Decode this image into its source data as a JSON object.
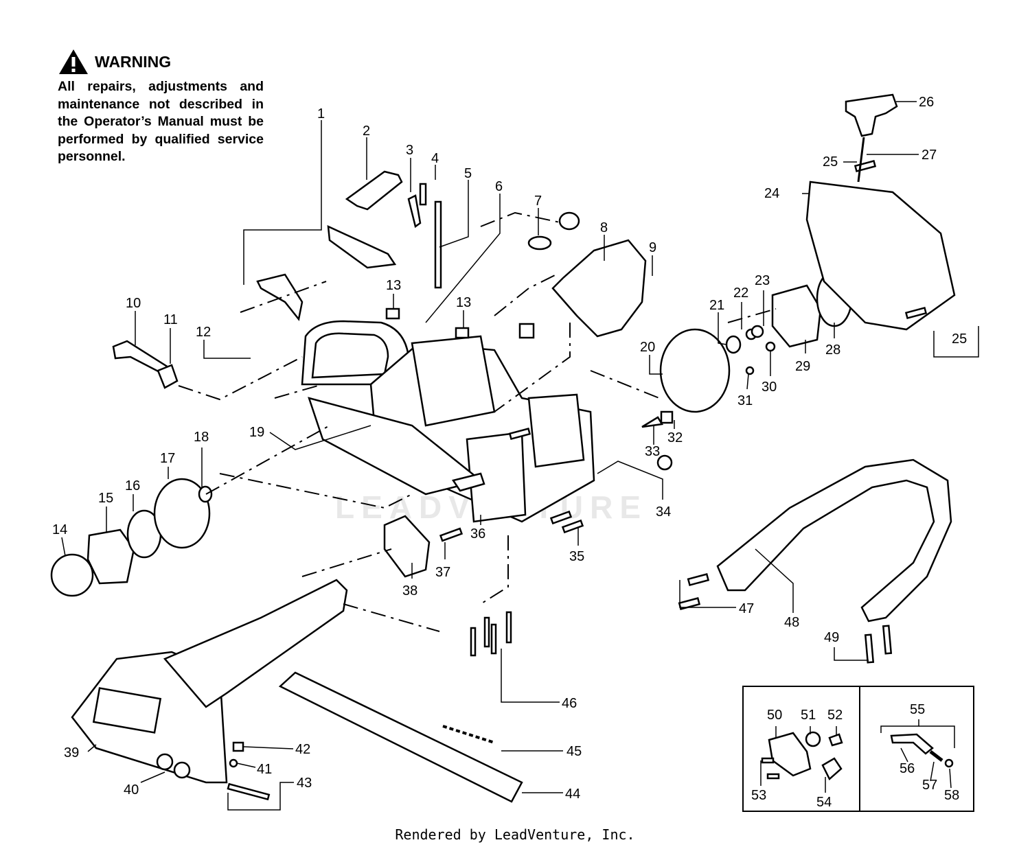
{
  "warning": {
    "title": "WARNING",
    "text": "All repairs, adjustments and maintenance not described in the Operator’s Manual must be performed by qualified service personnel."
  },
  "watermark": "LEADVENTURE",
  "footer": "Rendered by LeadVenture, Inc.",
  "callouts": [
    "1",
    "2",
    "3",
    "4",
    "5",
    "6",
    "7",
    "8",
    "9",
    "10",
    "11",
    "12",
    "13",
    "13",
    "14",
    "15",
    "16",
    "17",
    "18",
    "19",
    "20",
    "21",
    "22",
    "23",
    "24",
    "25",
    "25",
    "26",
    "27",
    "28",
    "29",
    "30",
    "31",
    "32",
    "33",
    "34",
    "35",
    "36",
    "37",
    "38",
    "39",
    "40",
    "41",
    "42",
    "43",
    "44",
    "45",
    "46",
    "47",
    "48",
    "49",
    "50",
    "51",
    "52",
    "53",
    "54",
    "55",
    "56",
    "57",
    "58"
  ]
}
